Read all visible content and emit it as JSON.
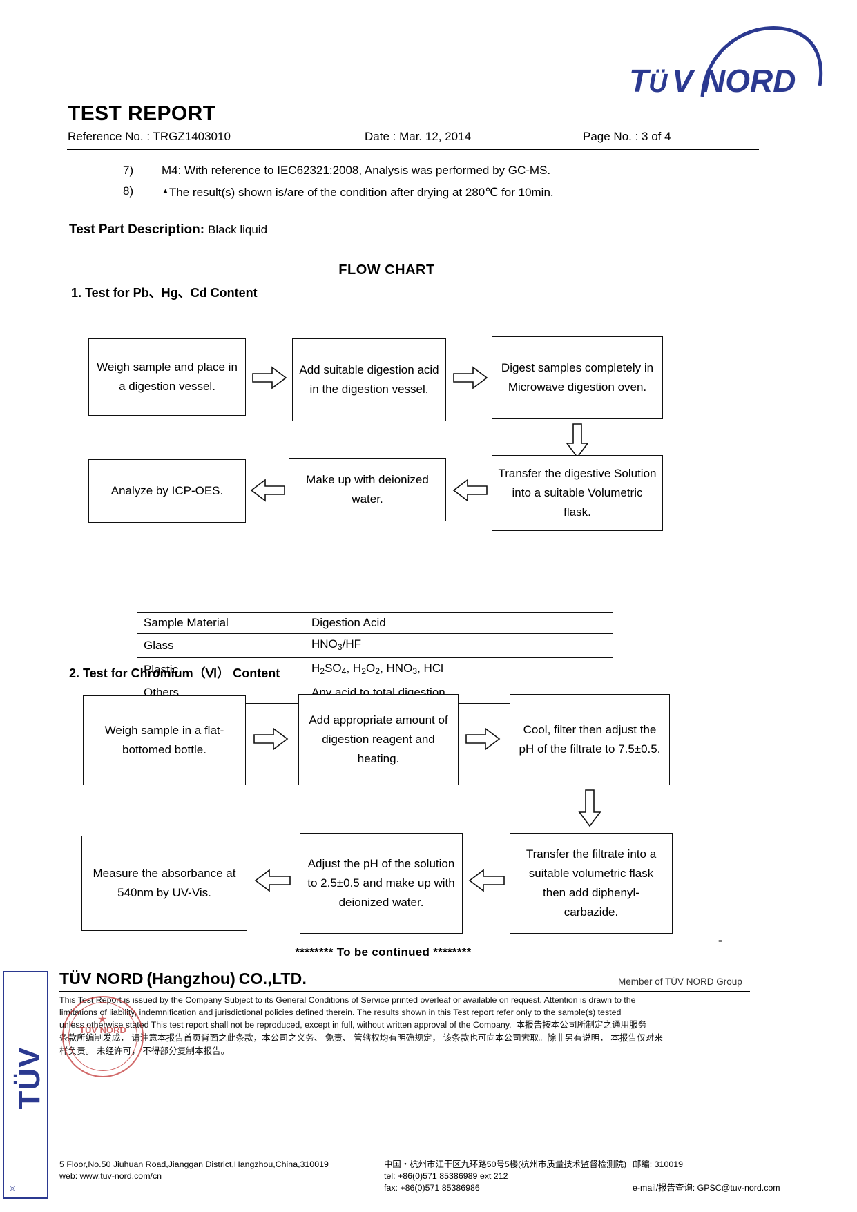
{
  "header": {
    "logo_text": "TÜV NORD",
    "logo_color": "#2b3990",
    "title": "TEST REPORT",
    "reference_no": "Reference No. : TRGZ1403010",
    "date": "Date : Mar. 12, 2014",
    "page_no": "Page No. : 3 of 4"
  },
  "notes": [
    {
      "num": "7)",
      "text": "M4: With reference to IEC62321:2008, Analysis was performed by GC-MS."
    },
    {
      "num": "8)",
      "text": "The result(s) shown is/are of the condition after drying at 280℃  for 10min."
    }
  ],
  "test_part": {
    "label": "Test Part Description:",
    "value": "Black liquid"
  },
  "flowchart_title": "FLOW CHART",
  "section1": {
    "heading": "1.   Test for Pb、Hg、Cd Content",
    "boxes": [
      "Weigh sample and place in a digestion vessel.",
      "Add suitable digestion acid in the digestion vessel.",
      "Digest samples completely in Microwave digestion oven.",
      "Transfer the digestive Solution into a suitable Volumetric flask.",
      "Make up with deionized water.",
      "Analyze by ICP-OES."
    ]
  },
  "sample_table": {
    "headers": [
      "Sample Material",
      "Digestion Acid"
    ],
    "rows": [
      {
        "material": "Glass",
        "acid_html": "HNO<sub>3</sub>/HF"
      },
      {
        "material": "Plastic",
        "acid_html": "H<sub>2</sub>SO<sub>4</sub>, H<sub>2</sub>O<sub>2</sub>, HNO<sub>3</sub>, HCl"
      },
      {
        "material": "Others",
        "acid_html": "Any acid to total digestion."
      }
    ]
  },
  "section2": {
    "heading": "2. Test for Chromium（Ⅵ）  Content",
    "boxes": [
      "Weigh sample in a flat-bottomed bottle.",
      "Add appropriate amount of digestion reagent and heating.",
      "Cool, filter then adjust the pH of the filtrate to 7.5±0.5.",
      "Transfer the filtrate into a suitable volumetric flask then add diphenyl-carbazide.",
      "Adjust the pH of the solution to 2.5±0.5 and make up with deionized water.",
      "Measure the absorbance at 540nm by UV-Vis."
    ]
  },
  "continued": "******** To be continued ********",
  "stray_mark": "-",
  "footer": {
    "company": "TÜV NORD (Hangzhou) CO.,LTD.",
    "member": "Member of TÜV NORD Group",
    "legal_en_1": "This Test Report is issued by the Company Subject to its General Conditions of Service printed overleaf or available on request. Attention is drawn to the",
    "legal_en_2": "limitations of liability, indemnification and jurisdictional policies defined therein. The results shown in this Test report refer only to the sample(s) tested",
    "legal_en_3": "unless otherwise stated This test report shall not be reproduced, except in full, without written approval of the Company.",
    "legal_cn_1_tail": "本报告按本公司所制定之通用服务",
    "legal_cn_2": "条款所编制发成， 请注意本报告首页背面之此条款，本公司之义务、 免责、 管辖权均有明确规定， 该条款也可向本公司索取。除非另有说明， 本报告仅对来",
    "legal_cn_3": "样负责。 未经许可， 不得部分复制本报告。",
    "addr_en": "5 Floor,No.50 Jiuhuan Road,Jianggan District,Hangzhou,China,310019",
    "addr_cn": "中国・杭州市江干区九环路50号5楼(杭州市质量技术监督检测院)",
    "addr_zip": "邮编: 310019",
    "web": "web: www.tuv-nord.com/cn",
    "tel": "tel: +86(0)571 85386989 ext 212",
    "fax": "fax: +86(0)571 85386986",
    "email": "e-mail/报告查询: GPSC@tuv-nord.com",
    "side_logo_text": "TÜV",
    "side_logo_reg": "®",
    "stamp_text": "TÜV NORD"
  },
  "chart_data": {
    "type": "diagram",
    "title": "FLOW CHART",
    "flows": [
      {
        "name": "Test for Pb、Hg、Cd Content",
        "nodes": [
          "Weigh sample and place in a digestion vessel.",
          "Add suitable digestion acid in the digestion vessel.",
          "Digest samples completely in Microwave digestion oven.",
          "Transfer the digestive Solution into a suitable Volumetric flask.",
          "Make up with deionized water.",
          "Analyze by ICP-OES."
        ],
        "edges": [
          [
            0,
            1
          ],
          [
            1,
            2
          ],
          [
            2,
            3
          ],
          [
            3,
            4
          ],
          [
            4,
            5
          ]
        ]
      },
      {
        "name": "Test for Chromium（Ⅵ） Content",
        "nodes": [
          "Weigh sample in a flat-bottomed bottle.",
          "Add appropriate amount of digestion reagent and heating.",
          "Cool, filter then adjust the pH of the filtrate to 7.5±0.5.",
          "Transfer the filtrate into a suitable volumetric flask then add diphenyl-carbazide.",
          "Adjust the pH of the solution to 2.5±0.5 and make up with deionized water.",
          "Measure the absorbance at 540nm by UV-Vis."
        ],
        "edges": [
          [
            0,
            1
          ],
          [
            1,
            2
          ],
          [
            2,
            3
          ],
          [
            3,
            4
          ],
          [
            4,
            5
          ]
        ]
      }
    ]
  }
}
